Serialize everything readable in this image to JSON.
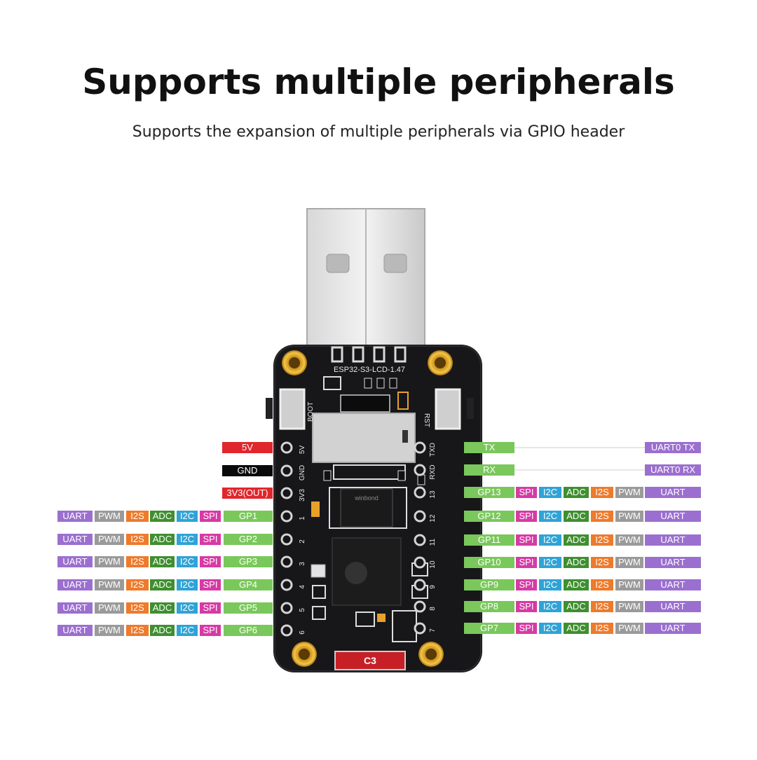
{
  "header": {
    "title": "Supports multiple peripherals",
    "subtitle": "Supports the expansion of multiple peripherals via GPIO header"
  },
  "board": {
    "silkscreen_model": "ESP32-S3-LCD-1.47",
    "boot_label": "BOOT",
    "rst_label": "RST",
    "left_pin_marks": [
      "5V",
      "GND",
      "3V3",
      "1",
      "2",
      "3",
      "4",
      "5",
      "6"
    ],
    "right_pin_marks": [
      "TXD",
      "RXD",
      "13",
      "12",
      "11",
      "10",
      "9",
      "8",
      "7"
    ],
    "chip_marking": "winbond",
    "bottom_badge": "C3"
  },
  "colors": {
    "UART": "#9b6fcf",
    "PWM": "#9a9a9a",
    "I2S": "#ee7a2c",
    "ADC": "#3f8f2f",
    "I2C": "#2fa3d6",
    "SPI": "#d63aa4",
    "GP": "#7ac85b",
    "power": "#e0272c",
    "ground": "#0a0a0a"
  },
  "power_pins": [
    {
      "label": "5V",
      "kind": "power"
    },
    {
      "label": "GND",
      "kind": "ground"
    },
    {
      "label": "3V3(OUT)",
      "kind": "power"
    }
  ],
  "left_pins": [
    {
      "gp": "GP1",
      "functions": [
        "UART",
        "PWM",
        "I2S",
        "ADC",
        "I2C",
        "SPI"
      ]
    },
    {
      "gp": "GP2",
      "functions": [
        "UART",
        "PWM",
        "I2S",
        "ADC",
        "I2C",
        "SPI"
      ]
    },
    {
      "gp": "GP3",
      "functions": [
        "UART",
        "PWM",
        "I2S",
        "ADC",
        "I2C",
        "SPI"
      ]
    },
    {
      "gp": "GP4",
      "functions": [
        "UART",
        "PWM",
        "I2S",
        "ADC",
        "I2C",
        "SPI"
      ]
    },
    {
      "gp": "GP5",
      "functions": [
        "UART",
        "PWM",
        "I2S",
        "ADC",
        "I2C",
        "SPI"
      ]
    },
    {
      "gp": "GP6",
      "functions": [
        "UART",
        "PWM",
        "I2S",
        "ADC",
        "I2C",
        "SPI"
      ]
    }
  ],
  "serial_pins": [
    {
      "pin": "TX",
      "function": "UART0 TX"
    },
    {
      "pin": "RX",
      "function": "UART0 RX"
    }
  ],
  "right_pins": [
    {
      "gp": "GP13",
      "functions": [
        "SPI",
        "I2C",
        "ADC",
        "I2S",
        "PWM",
        "UART"
      ]
    },
    {
      "gp": "GP12",
      "functions": [
        "SPI",
        "I2C",
        "ADC",
        "I2S",
        "PWM",
        "UART"
      ]
    },
    {
      "gp": "GP11",
      "functions": [
        "SPI",
        "I2C",
        "ADC",
        "I2S",
        "PWM",
        "UART"
      ]
    },
    {
      "gp": "GP10",
      "functions": [
        "SPI",
        "I2C",
        "ADC",
        "I2S",
        "PWM",
        "UART"
      ]
    },
    {
      "gp": "GP9",
      "functions": [
        "SPI",
        "I2C",
        "ADC",
        "I2S",
        "PWM",
        "UART"
      ]
    },
    {
      "gp": "GP8",
      "functions": [
        "SPI",
        "I2C",
        "ADC",
        "I2S",
        "PWM",
        "UART"
      ]
    },
    {
      "gp": "GP7",
      "functions": [
        "SPI",
        "I2C",
        "ADC",
        "I2S",
        "PWM",
        "UART"
      ]
    }
  ]
}
